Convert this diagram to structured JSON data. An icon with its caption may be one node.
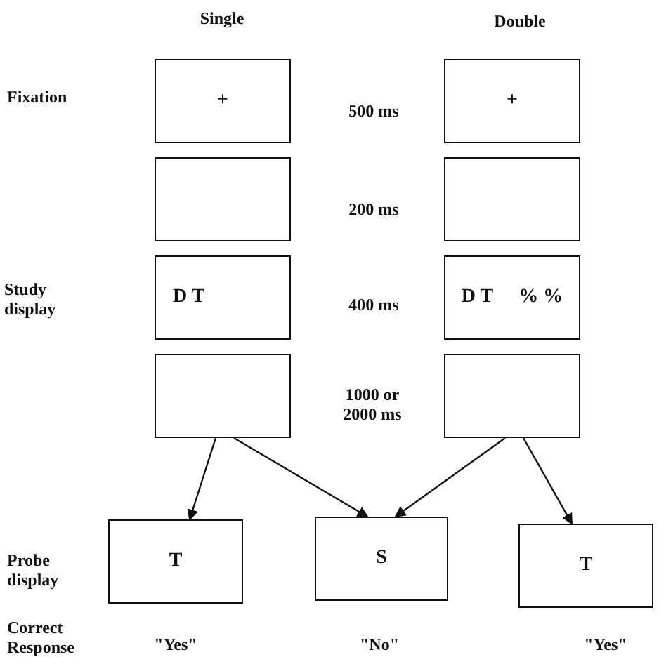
{
  "diagram": {
    "nodes": [
      {
        "text": [
          "+"
        ]
      },
      {
        "text": [],
        "shape": "box"
      },
      {
        "text": [
          "D T"
        ]
      },
      {
        "text": [],
        "shape": "box"
      },
      {
        "text": [
          "+"
        ]
      },
      {
        "text": [],
        "shape": "box"
      },
      {
        "text": [
          "D T",
          "% %"
        ]
      },
      {
        "text": [],
        "shape": "box"
      },
      {
        "text": [
          "T"
        ]
      },
      {
        "text": [
          "S"
        ]
      },
      {
        "text": [
          "T"
        ]
      }
    ],
    "edges": [
      {
        "from": 3,
        "to": 8,
        "arrow": "to"
      },
      {
        "from": 3,
        "to": 9,
        "arrow": "to"
      },
      {
        "from": 7,
        "to": 9,
        "arrow": "to"
      },
      {
        "from": 7,
        "to": 10,
        "arrow": "to"
      }
    ],
    "labels": [
      "Single",
      "Double",
      "Fixation",
      "500 ms",
      "200 ms",
      "Study display",
      "400 ms",
      "1000 or 2000 ms",
      "Probe display",
      "Correct Response",
      "\"Yes\"",
      "\"No\"",
      "\"Yes\""
    ]
  }
}
